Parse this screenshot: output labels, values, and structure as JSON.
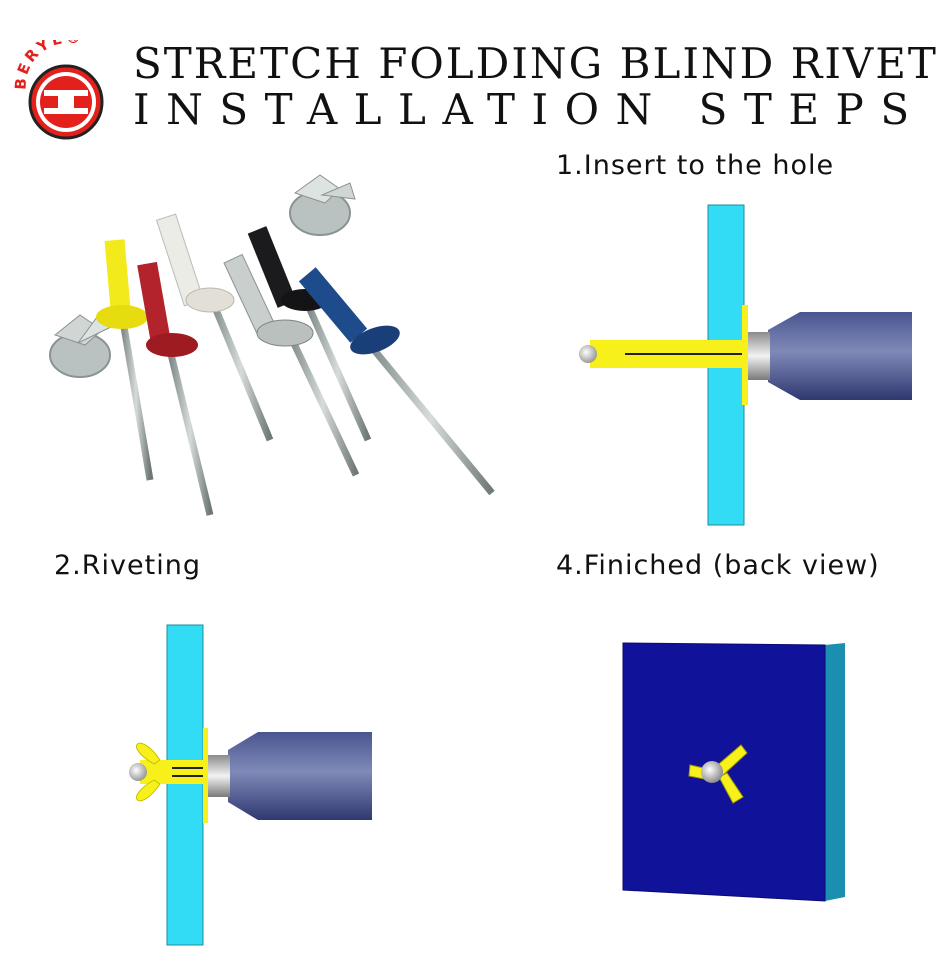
{
  "brand": {
    "logo_text": "BERYL®"
  },
  "header": {
    "title_line1": "STRETCH FOLDING BLIND RIVET",
    "title_line2": "INSTALLATION STEPS"
  },
  "steps": [
    {
      "label": "1.Insert to the hole"
    },
    {
      "label": "2.Riveting"
    },
    {
      "label": "4.Finiched (back view)"
    }
  ],
  "colors": {
    "brand_red": "#e3201b",
    "panel_cyan": "#33dcf5",
    "rivet_yellow": "#f7f01a",
    "tool_navy": "#3d477f",
    "back_panel": "#10129a"
  }
}
